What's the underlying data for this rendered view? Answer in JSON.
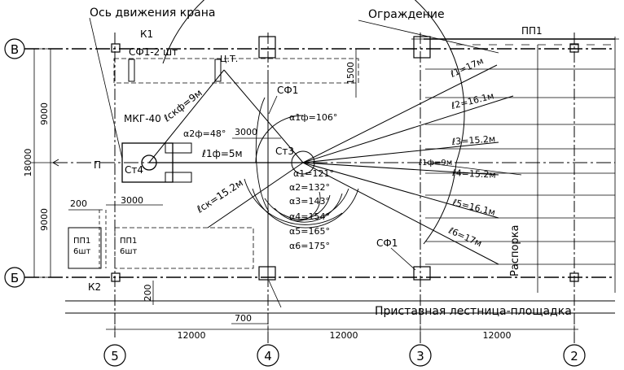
{
  "labels": {
    "crane_axis": "Ось движения крана",
    "fence": "Ограждение",
    "pp1_top": "ПП1",
    "k1": "К1",
    "k2": "К2",
    "sf1_2": "СФ1-2 шт",
    "ct": "Ц.Т.",
    "sf1_top": "СФ1",
    "sf1_bottom": "СФ1",
    "mkg": "МКГ-40",
    "st4": "Ст4",
    "st3": "Ст3",
    "p": "П",
    "raspora": "Распорка",
    "ladder": "Приставная лестница-площадка",
    "pp1_a": "ПП1",
    "pp1_a_n": "6шт",
    "pp1_b": "ПП1",
    "pp1_b_n": "6шт",
    "l_skf": "ℓскф=9м",
    "l_sk": "ℓск=15.2м",
    "l_1f": "ℓ1ф=5м",
    "l_1f_right": "ℓ1ф=9м",
    "a_1f": "α1ф=106°",
    "a_2f": "α2ф=48°"
  },
  "dims": {
    "d9000_top": "9000",
    "d9000_bot": "9000",
    "d18000": "18000",
    "d1500": "1500",
    "d3000_top": "3000",
    "d3000_bot": "3000",
    "d200_top": "200",
    "d200_bot": "200",
    "d700": "700",
    "span1": "12000",
    "span2": "12000",
    "span3": "12000"
  },
  "axes": {
    "row_top": "В",
    "row_bottom": "Б",
    "col5": "5",
    "col4": "4",
    "col3": "3",
    "col2": "2"
  },
  "radii_right": [
    "ℓ1=17м",
    "ℓ2=16.1м",
    "ℓ3=15.2м",
    "ℓ4=15.2м",
    "ℓ5=16.1м",
    "ℓ6=17м"
  ],
  "angles": [
    "α1=121°",
    "α2=132°",
    "α3=143°",
    "α4=154°",
    "α5=165°",
    "α6=175°"
  ]
}
